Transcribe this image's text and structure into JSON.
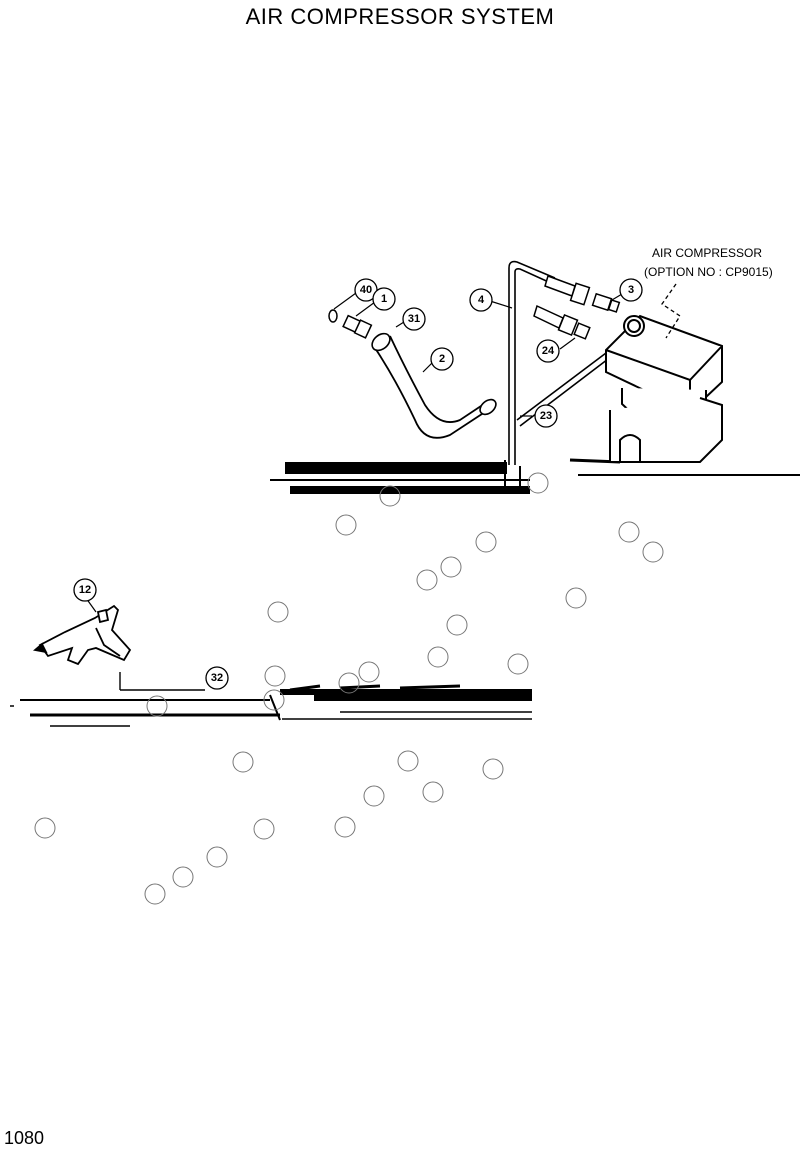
{
  "title": "AIR COMPRESSOR SYSTEM",
  "page_number": "1080",
  "compressor_label": {
    "line1": "AIR  COMPRESSOR",
    "line2": "(OPTION NO : CP9015)"
  },
  "callouts": [
    "40",
    "1",
    "31",
    "2",
    "4",
    "3",
    "24",
    "23",
    "12",
    "32"
  ]
}
